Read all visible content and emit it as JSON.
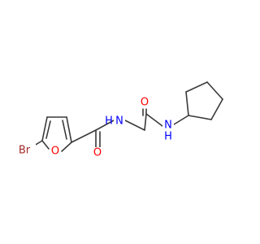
{
  "molecule": {
    "atoms": {
      "br": "Br",
      "o_ring": "O",
      "o_amide1": "O",
      "n_amide1": "N",
      "h_amide1": "H",
      "o_amide2": "O",
      "n_amide2": "N",
      "h_amide2": "H"
    },
    "colors": {
      "bromine": "#a52a2a",
      "oxygen": "#ff0000",
      "nitrogen": "#0000ff",
      "bond": "#3a3a3a"
    }
  }
}
